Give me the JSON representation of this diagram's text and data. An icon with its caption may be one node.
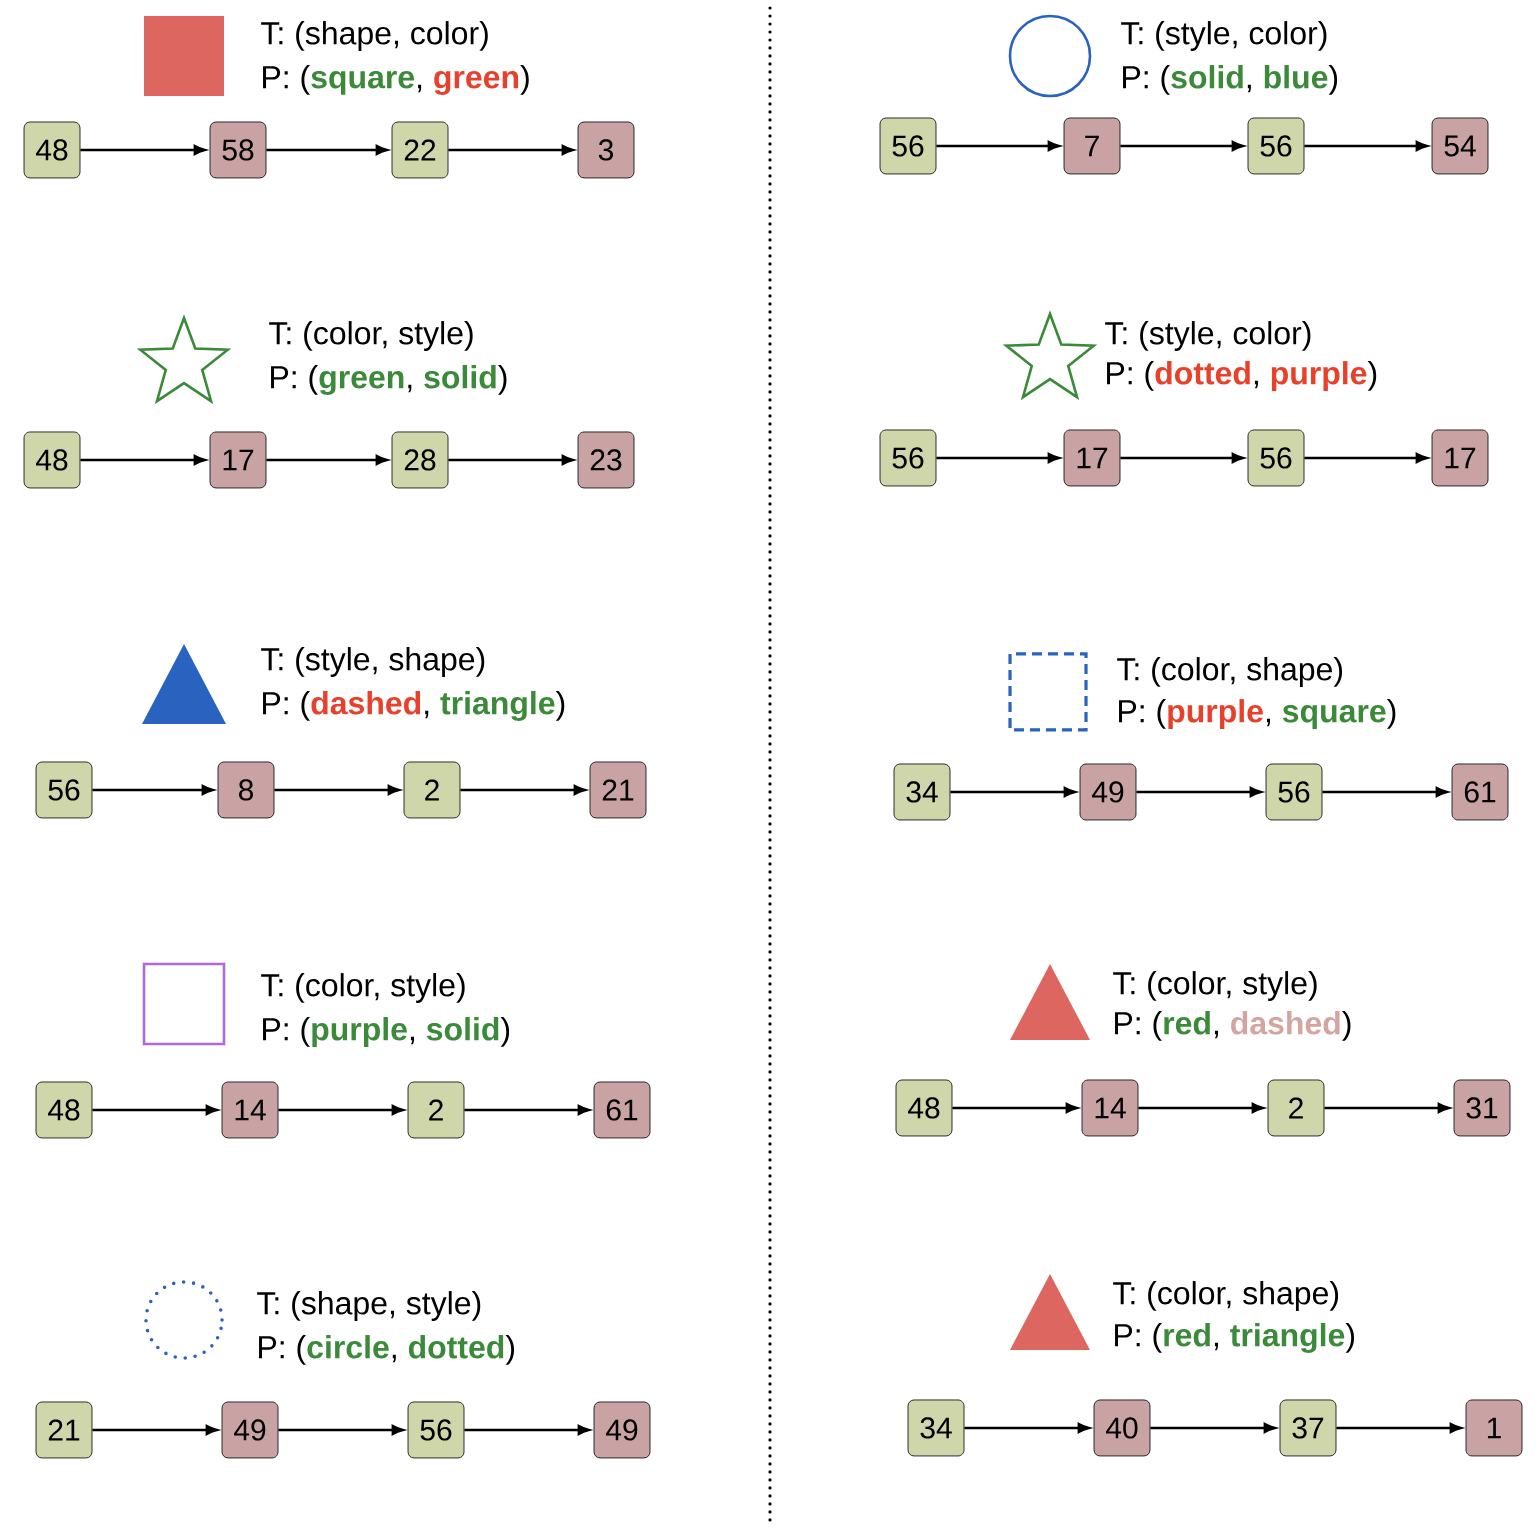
{
  "diagram": {
    "nodes": [
      {
        "text": [
          "48"
        ]
      },
      {
        "text": [
          "58"
        ]
      },
      {
        "text": [
          "22"
        ]
      },
      {
        "text": [
          "3"
        ]
      },
      {
        "text": [
          "48"
        ]
      },
      {
        "text": [
          "17"
        ]
      },
      {
        "text": [
          "28"
        ]
      },
      {
        "text": [
          "23"
        ]
      },
      {
        "text": [
          "56"
        ]
      },
      {
        "text": [
          "8"
        ]
      },
      {
        "text": [
          "2"
        ]
      },
      {
        "text": [
          "21"
        ]
      },
      {
        "text": [
          "48"
        ]
      },
      {
        "text": [
          "14"
        ]
      },
      {
        "text": [
          "2"
        ]
      },
      {
        "text": [
          "61"
        ]
      },
      {
        "text": [
          "21"
        ]
      },
      {
        "text": [
          "49"
        ]
      },
      {
        "text": [
          "56"
        ]
      },
      {
        "text": [
          "49"
        ]
      },
      {
        "text": [
          "56"
        ]
      },
      {
        "text": [
          "7"
        ]
      },
      {
        "text": [
          "56"
        ]
      },
      {
        "text": [
          "54"
        ]
      },
      {
        "text": [
          "56"
        ]
      },
      {
        "text": [
          "17"
        ]
      },
      {
        "text": [
          "56"
        ]
      },
      {
        "text": [
          "17"
        ]
      },
      {
        "text": [
          "34"
        ]
      },
      {
        "text": [
          "49"
        ]
      },
      {
        "text": [
          "56"
        ]
      },
      {
        "text": [
          "61"
        ]
      },
      {
        "text": [
          "48"
        ]
      },
      {
        "text": [
          "14"
        ]
      },
      {
        "text": [
          "2"
        ]
      },
      {
        "text": [
          "31"
        ]
      },
      {
        "text": [
          "34"
        ]
      },
      {
        "text": [
          "40"
        ]
      },
      {
        "text": [
          "37"
        ]
      },
      {
        "text": [
          "1"
        ]
      }
    ],
    "edges": [
      {
        "from": 0,
        "to": 1,
        "arrow": "to"
      },
      {
        "from": 1,
        "to": 2,
        "arrow": "to"
      },
      {
        "from": 2,
        "to": 3,
        "arrow": "to"
      },
      {
        "from": 4,
        "to": 5,
        "arrow": "to"
      },
      {
        "from": 5,
        "to": 6,
        "arrow": "to"
      },
      {
        "from": 6,
        "to": 7,
        "arrow": "to"
      },
      {
        "from": 8,
        "to": 9,
        "arrow": "to"
      },
      {
        "from": 9,
        "to": 10,
        "arrow": "to"
      },
      {
        "from": 10,
        "to": 11,
        "arrow": "to"
      },
      {
        "from": 12,
        "to": 13,
        "arrow": "to"
      },
      {
        "from": 13,
        "to": 14,
        "arrow": "to"
      },
      {
        "from": 14,
        "to": 15,
        "arrow": "to"
      },
      {
        "from": 16,
        "to": 17,
        "arrow": "to"
      },
      {
        "from": 17,
        "to": 18,
        "arrow": "to"
      },
      {
        "from": 18,
        "to": 19,
        "arrow": "to"
      },
      {
        "from": 20,
        "to": 21,
        "arrow": "to"
      },
      {
        "from": 21,
        "to": 22,
        "arrow": "to"
      },
      {
        "from": 22,
        "to": 23,
        "arrow": "to"
      },
      {
        "from": 24,
        "to": 25,
        "arrow": "to"
      },
      {
        "from": 25,
        "to": 26,
        "arrow": "to"
      },
      {
        "from": 26,
        "to": 27,
        "arrow": "to"
      },
      {
        "from": 28,
        "to": 29,
        "arrow": "to"
      },
      {
        "from": 29,
        "to": 30,
        "arrow": "to"
      },
      {
        "from": 30,
        "to": 31,
        "arrow": "to"
      },
      {
        "from": 32,
        "to": 33,
        "arrow": "to"
      },
      {
        "from": 33,
        "to": 34,
        "arrow": "to"
      },
      {
        "from": 34,
        "to": 35,
        "arrow": "to"
      },
      {
        "from": 36,
        "to": 37,
        "arrow": "to"
      },
      {
        "from": 37,
        "to": 38,
        "arrow": "to"
      },
      {
        "from": 38,
        "to": 39,
        "arrow": "to"
      }
    ],
    "labels": [
      "T: (shape, color)",
      "P: (**square**, **green**)",
      "T: (color, style)",
      "P: (**green**, **solid**)",
      "T: (style, shape)",
      "P: (**dashed**, **triangle**)",
      "T: (color, style)",
      "P: (**purple**, **solid**)",
      "T: (shape, style)",
      "P: (**circle**, **dotted**)",
      "T: (style, color)",
      "P: (**solid**, **blue**)",
      "T: (style, color)",
      "P: (**dotted**, **purple**)",
      "T: (color, shape)",
      "P: (**purple**, **square**)",
      "T: (color, style)",
      "P: (**red**, **dashed**)",
      "T: (color, shape)",
      "P: (**red**, **triangle**)"
    ]
  }
}
